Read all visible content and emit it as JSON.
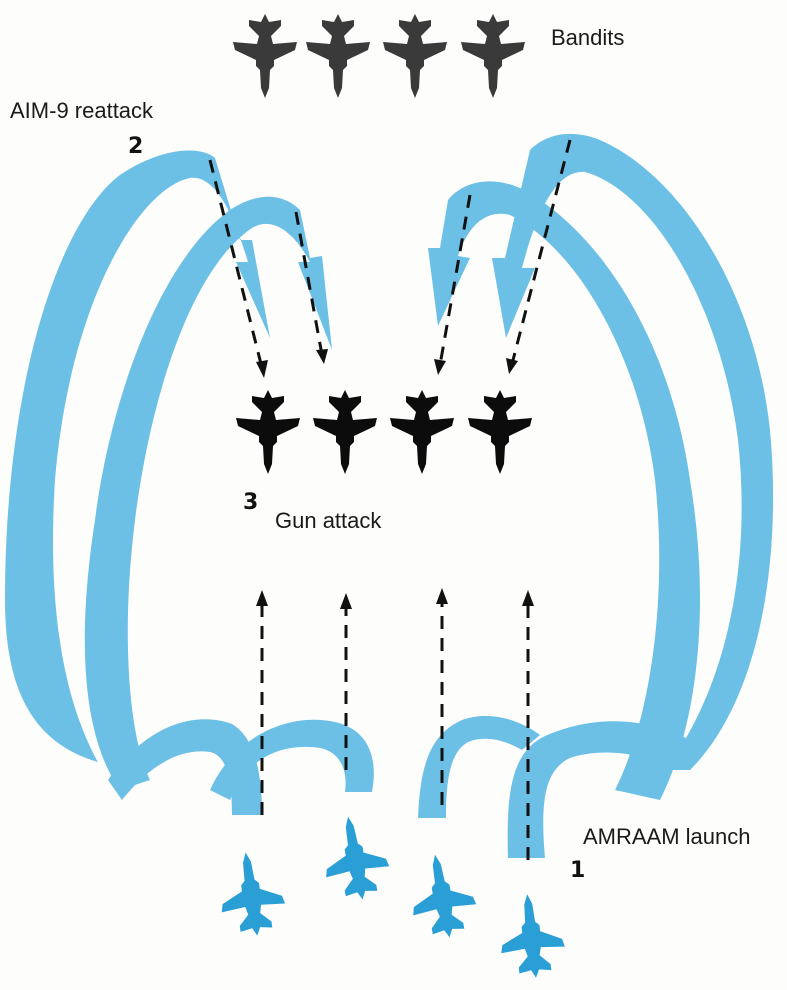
{
  "labels": {
    "bandits": "Bandits",
    "aim9_reattack": "AIM-9 reattack",
    "gun_attack": "Gun attack",
    "amraam_launch": "AMRAAM launch"
  },
  "steps": {
    "step1": "1",
    "step2": "2",
    "step3": "3"
  },
  "colors": {
    "ribbon": "#6cc0e5",
    "friendly": "#2a9fd6",
    "bandit_far": "#3a3a3a",
    "bandit_near": "#0c0c0c",
    "missile_track": "#111111"
  },
  "icons": {
    "bandit": "fighter-jet-icon",
    "friendly": "fighter-jet-icon"
  }
}
